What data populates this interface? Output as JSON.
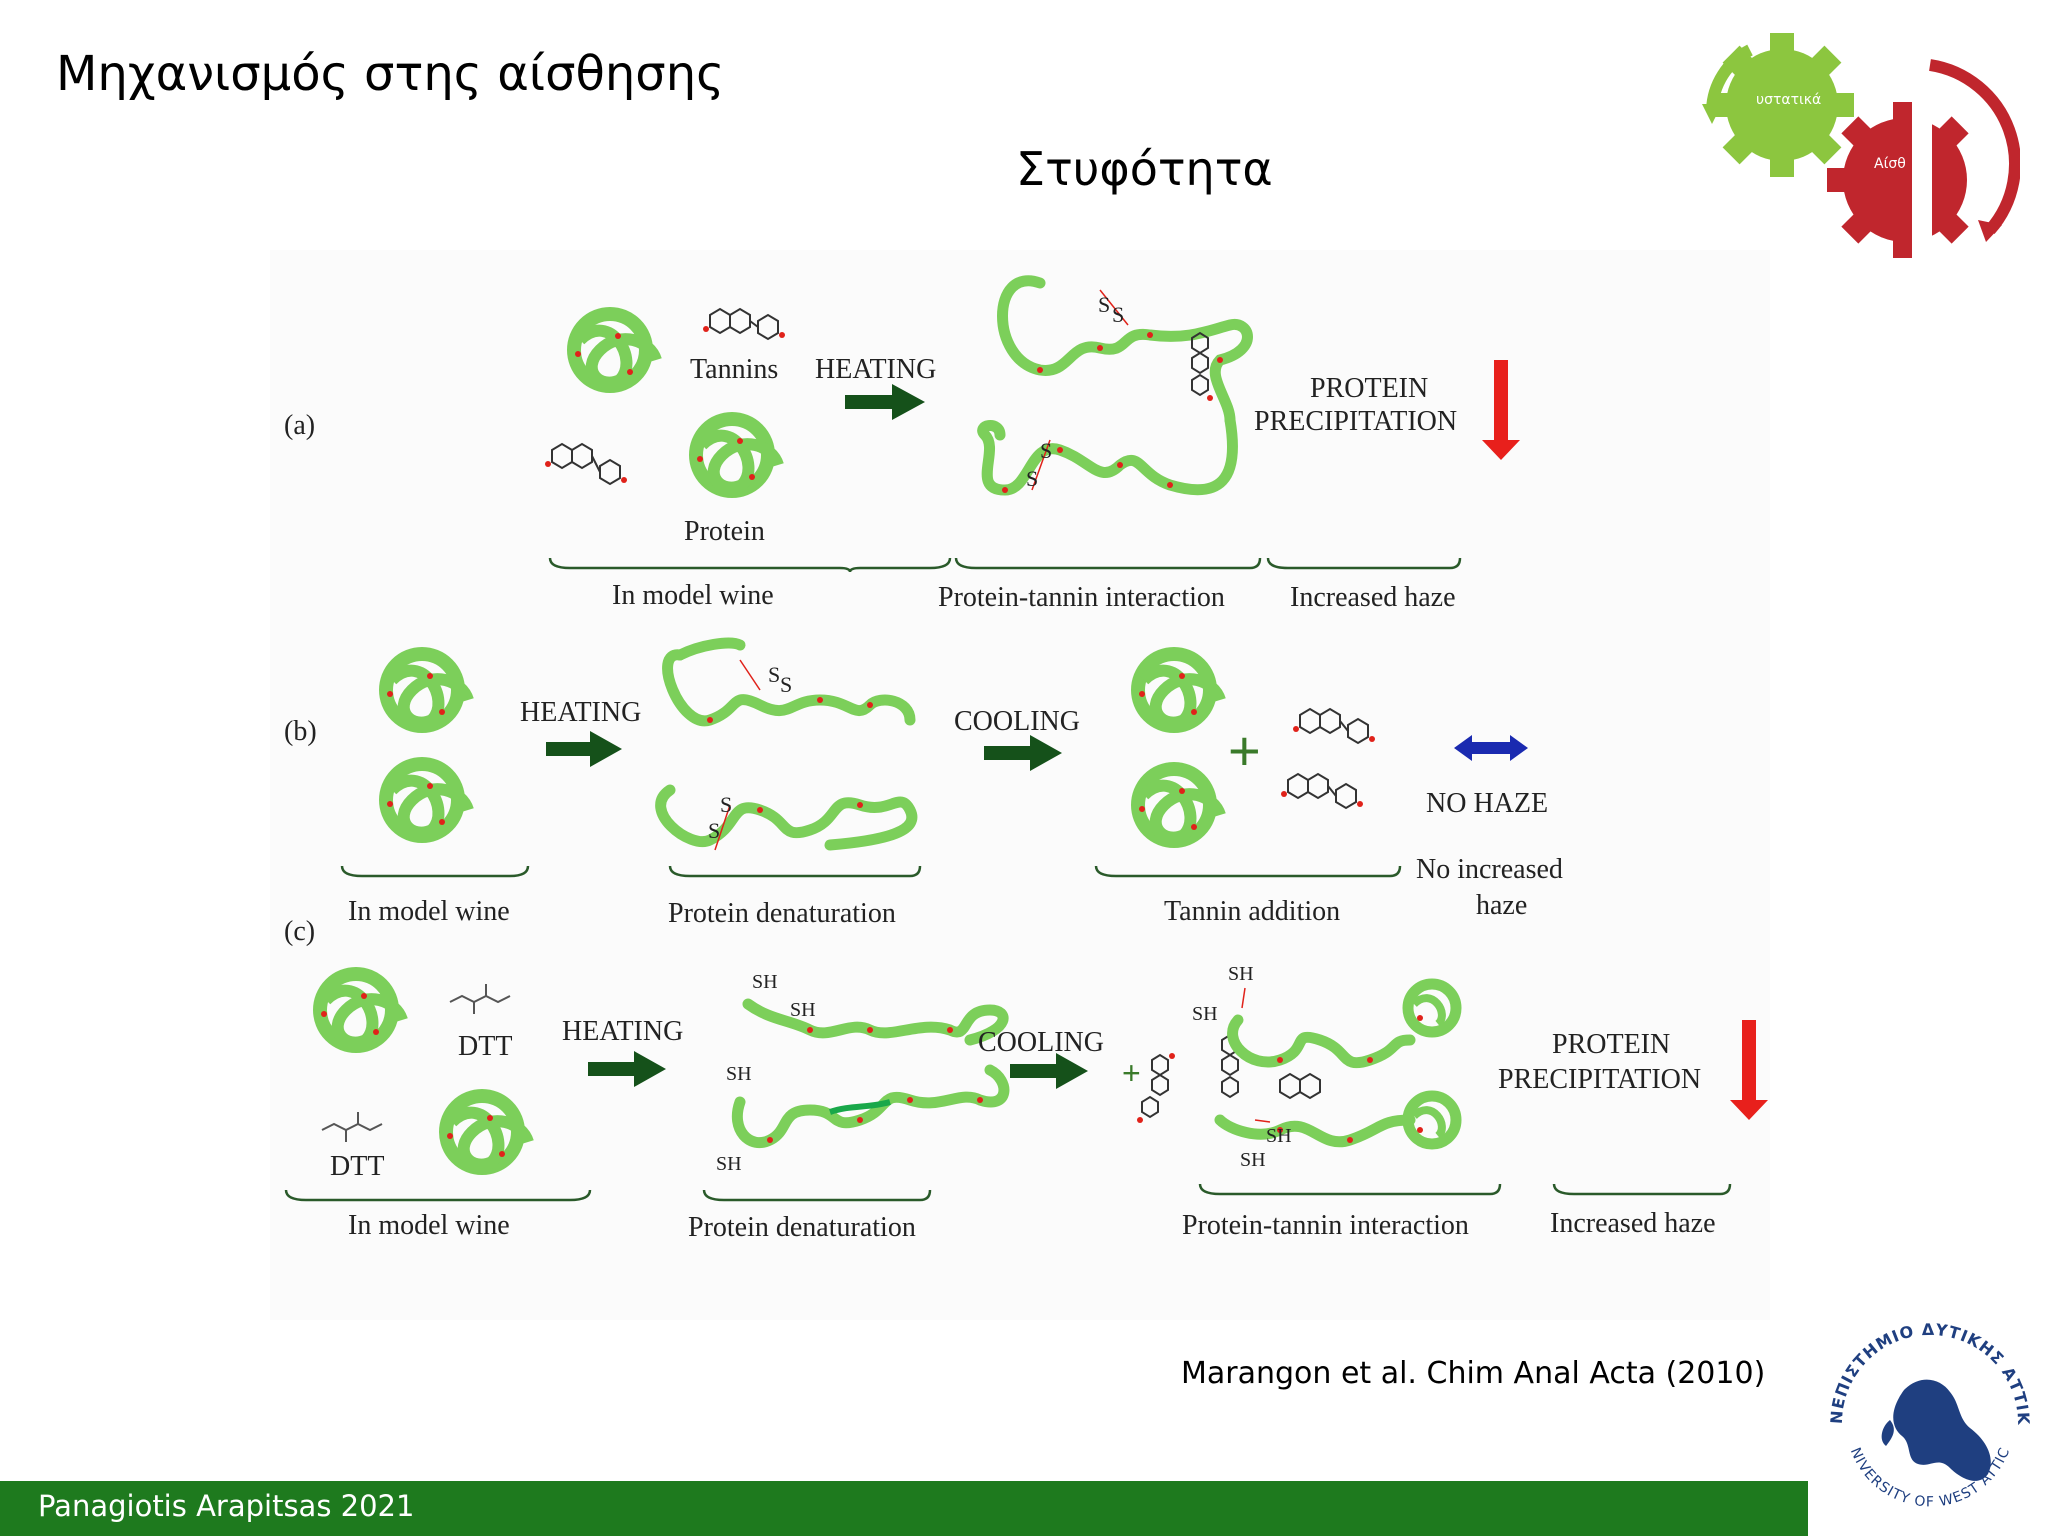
{
  "slide": {
    "title": "Μηχανισμός στης αίσθησης",
    "subtitle": "Στυφότητα",
    "citation": "Marangon et al. Chim Anal Acta (2010)",
    "footer": "Panagiotis Arapitsas 2021"
  },
  "corner_graphic": {
    "left_label": "υστατικά",
    "right_label": "Αίσθ",
    "colors": {
      "green": "#8cc63f",
      "red": "#c0262d"
    }
  },
  "figure": {
    "row_a": {
      "label": "(a)",
      "tannins": "Tannins",
      "protein": "Protein",
      "heating": "HEATING",
      "s1": "S",
      "s2": "S",
      "s3": "S",
      "s4": "S",
      "result_line1": "PROTEIN",
      "result_line2": "PRECIPITATION",
      "cap_model": "In model wine",
      "cap_interaction": "Protein-tannin interaction",
      "cap_haze": "Increased haze"
    },
    "row_b": {
      "label": "(b)",
      "heating": "HEATING",
      "cooling": "COOLING",
      "s1": "S",
      "s2": "S",
      "s3": "S",
      "s4": "S",
      "plus": "+",
      "no_haze": "NO HAZE",
      "no_inc_1": "No increased",
      "no_inc_2": "haze",
      "cap_model": "In model wine",
      "cap_denat": "Protein denaturation",
      "cap_tannin": "Tannin addition"
    },
    "row_c": {
      "label": "(c)",
      "dtt1": "DTT",
      "dtt2": "DTT",
      "heating": "HEATING",
      "cooling": "COOLING",
      "plus": "+",
      "sh1": "SH",
      "sh2": "SH",
      "sh3": "SH",
      "sh4": "SH",
      "sh5": "SH",
      "sh6": "SH",
      "sh7": "SH",
      "sh8": "SH",
      "result_line1": "PROTEIN",
      "result_line2": "PRECIPITATION",
      "cap_model": "In model wine",
      "cap_denat": "Protein denaturation",
      "cap_interaction": "Protein-tannin interaction",
      "cap_haze": "Increased haze"
    },
    "colors": {
      "protein": "#7ccf5a",
      "protein_dark": "#4caf3a",
      "dot": "#e0221a",
      "arrow_green": "#15511a",
      "arrow_red": "#e8201c",
      "arrow_blue": "#1a2ab0"
    }
  },
  "logo": {
    "top_text": "ΠΑΝΕΠΙΣΤΗΜΙΟ ΔΥΤΙΚΗΣ ΑΤΤΙΚΗΣ",
    "bottom_text": "UNIVERSITY OF WEST ATTICA",
    "color": "#1f3f80"
  }
}
